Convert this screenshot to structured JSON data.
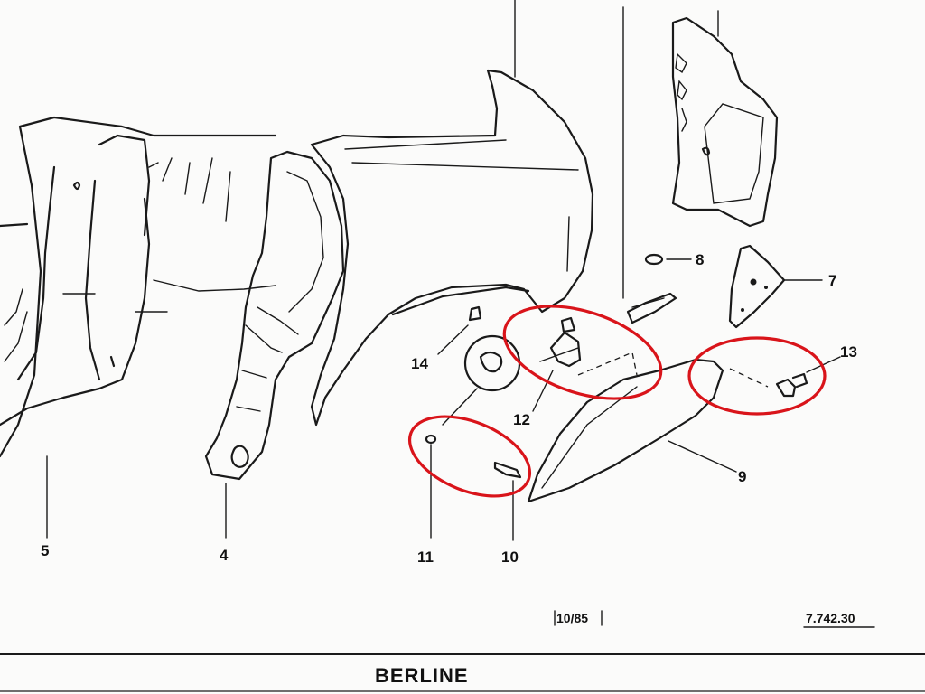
{
  "callouts": {
    "c4": "4",
    "c5": "5",
    "c7": "7",
    "c8": "8",
    "c9": "9",
    "c10": "10",
    "c11": "11",
    "c12": "12",
    "c13": "13",
    "c14": "14"
  },
  "footer": {
    "date_ref": "10/85",
    "plate_number": "7.742.30",
    "section_title": "BERLINE"
  },
  "highlight_color": "#d9141a"
}
